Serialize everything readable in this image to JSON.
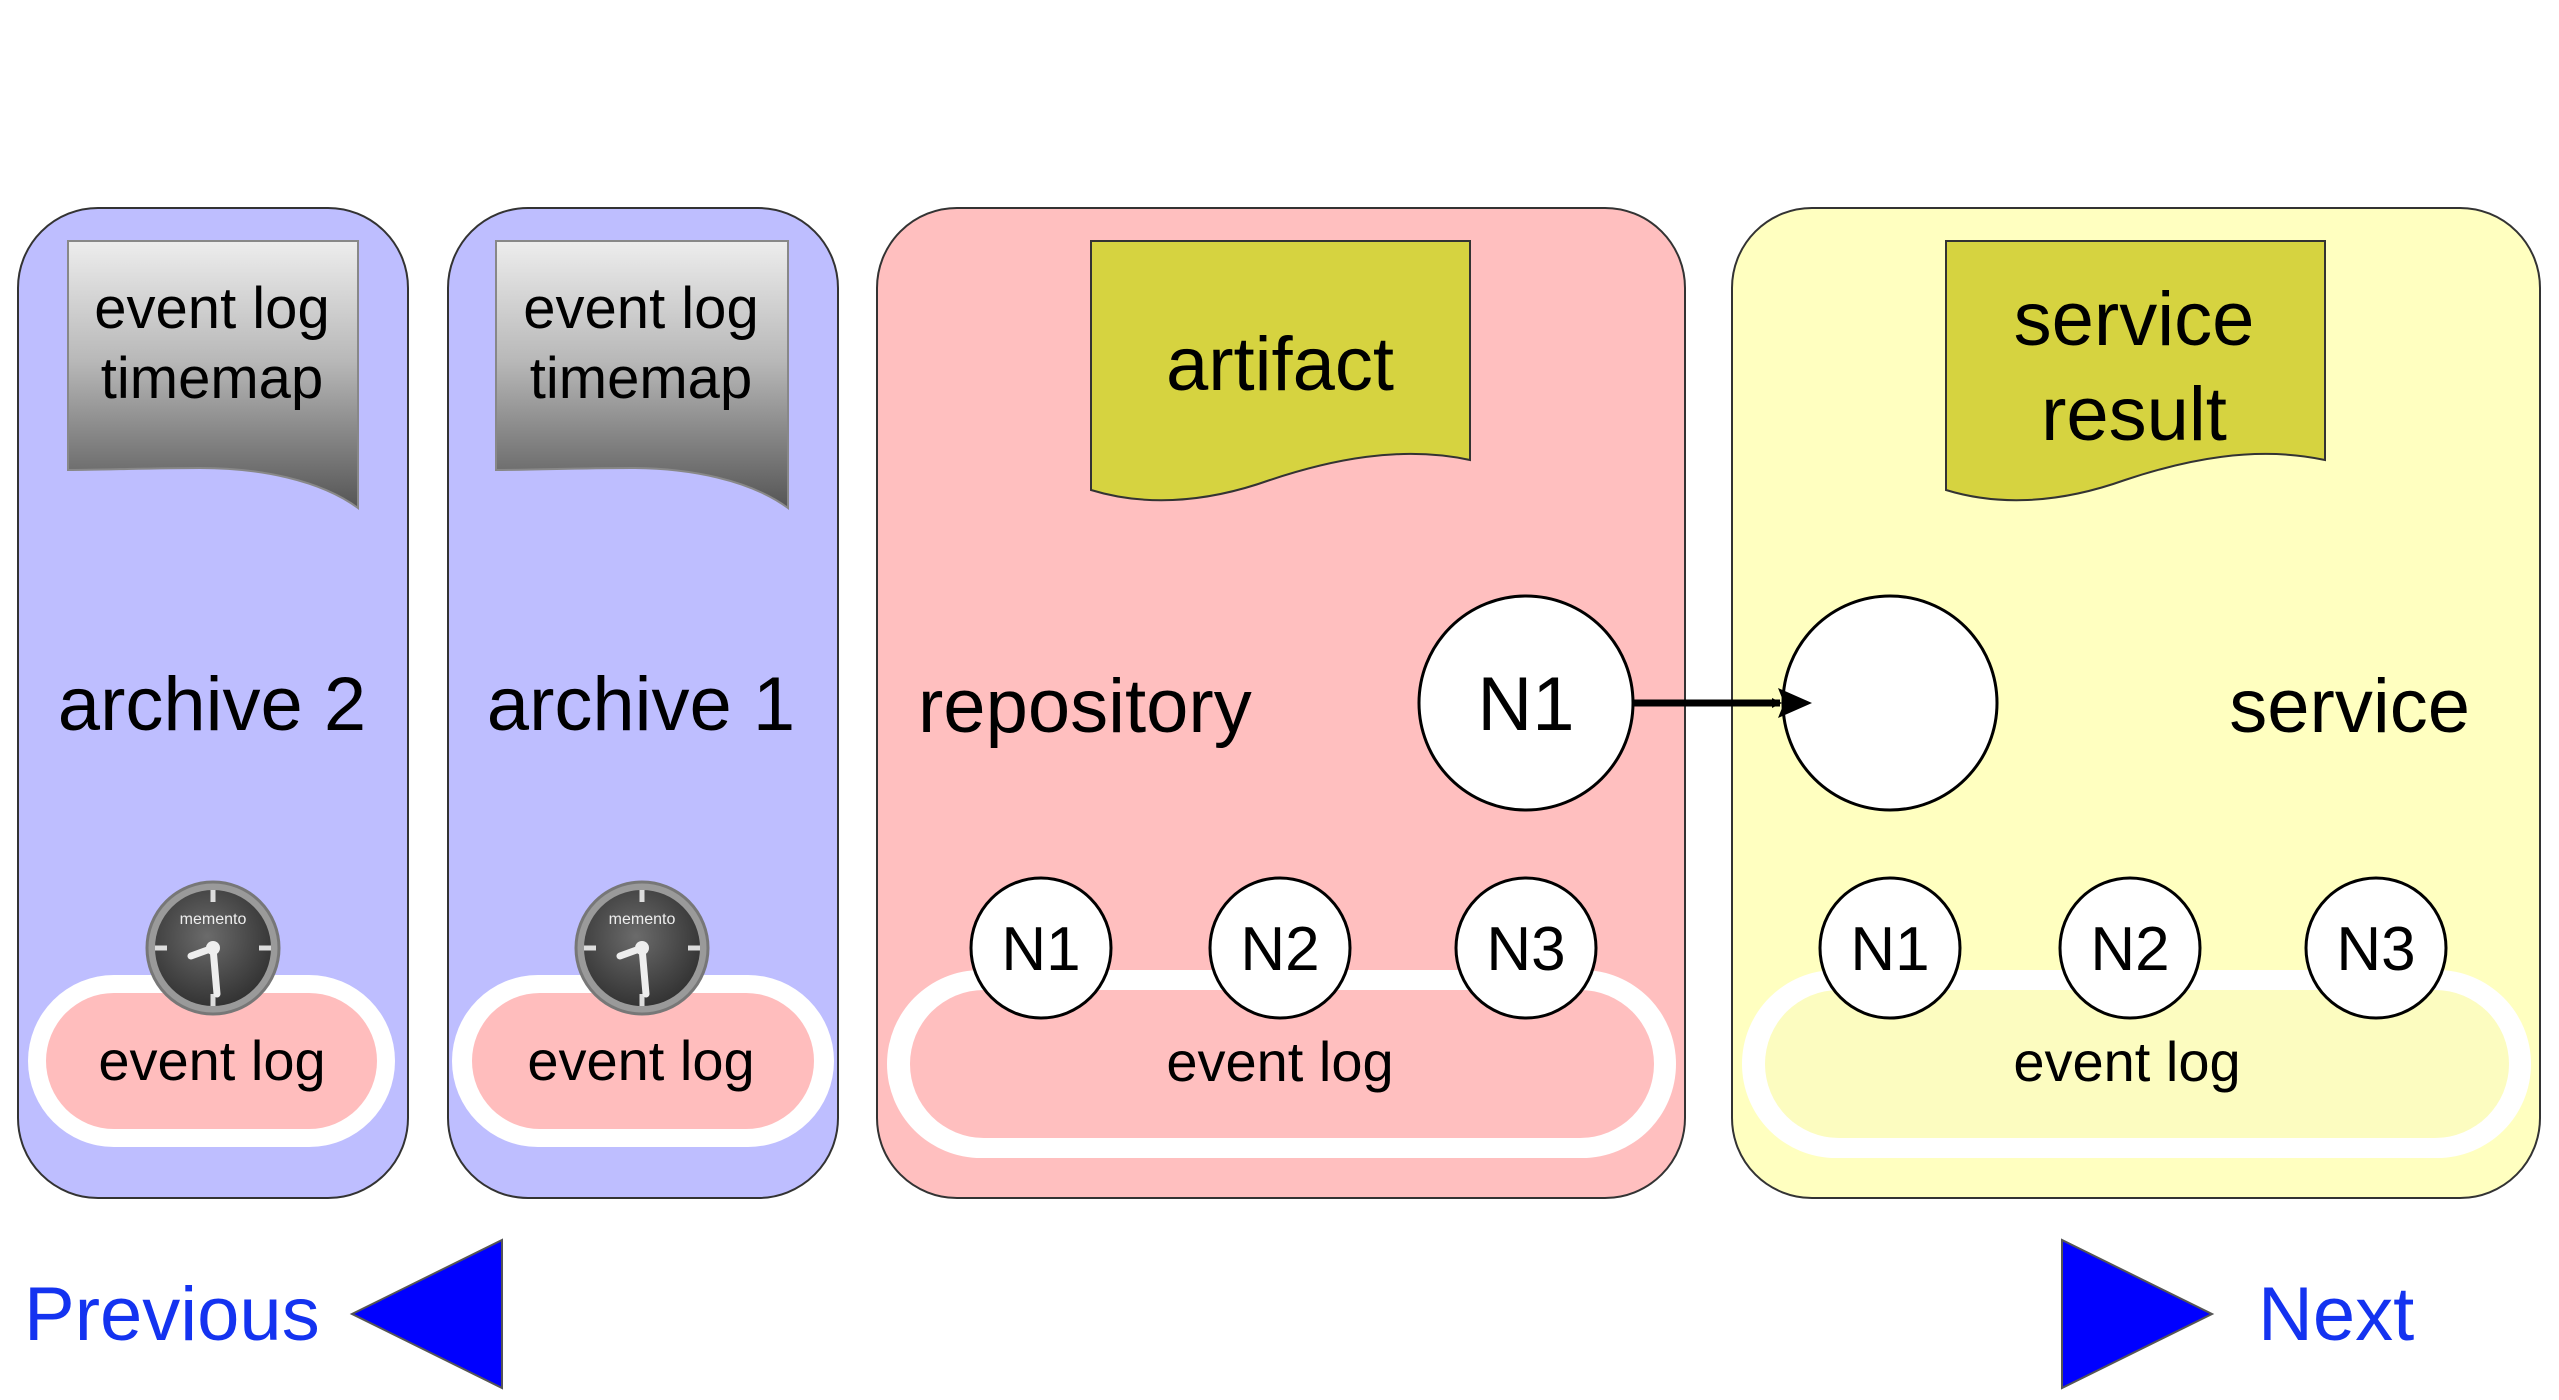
{
  "colors": {
    "archive_bg": "#bebeff",
    "repository_bg": "#ffbfbf",
    "service_bg": "#ffffc0",
    "event_log_archive": "#ffbdbd",
    "event_log_service": "#fcfcc0",
    "document_olive": "#d6d340",
    "nav_blue": "#0000ff",
    "nav_text": "#1433f0"
  },
  "archive2": {
    "label": "archive 2",
    "doc_line1": "event log",
    "doc_line2": "timemap",
    "clock_label": "memento",
    "event_log": "event log"
  },
  "archive1": {
    "label": "archive 1",
    "doc_line1": "event log",
    "doc_line2": "timemap",
    "clock_label": "memento",
    "event_log": "event log"
  },
  "repository": {
    "label": "repository",
    "doc_label": "artifact",
    "node_big": "N1",
    "nodes": [
      "N1",
      "N2",
      "N3"
    ],
    "event_log": "event log"
  },
  "service": {
    "label": "service",
    "doc_line1": "service",
    "doc_line2": "result",
    "nodes": [
      "N1",
      "N2",
      "N3"
    ],
    "event_log": "event log"
  },
  "nav": {
    "previous": "Previous",
    "next": "Next"
  }
}
